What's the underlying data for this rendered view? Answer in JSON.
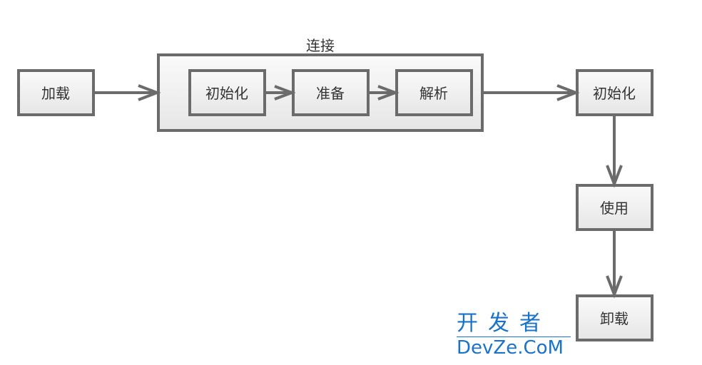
{
  "diagram": {
    "group_label": "连接",
    "nodes": {
      "load": "加载",
      "verify_init": "初始化",
      "prepare": "准备",
      "resolve": "解析",
      "init": "初始化",
      "use": "使用",
      "unload": "卸载"
    },
    "edges": [
      [
        "加载",
        "连接"
      ],
      [
        "初始化",
        "准备"
      ],
      [
        "准备",
        "解析"
      ],
      [
        "连接",
        "初始化"
      ],
      [
        "初始化",
        "使用"
      ],
      [
        "使用",
        "卸载"
      ]
    ]
  },
  "watermark": {
    "line1": "开发者",
    "line2": "DevZe.CoM"
  },
  "colors": {
    "stroke": "#6b6b6b",
    "watermark": "#1a73c8"
  }
}
